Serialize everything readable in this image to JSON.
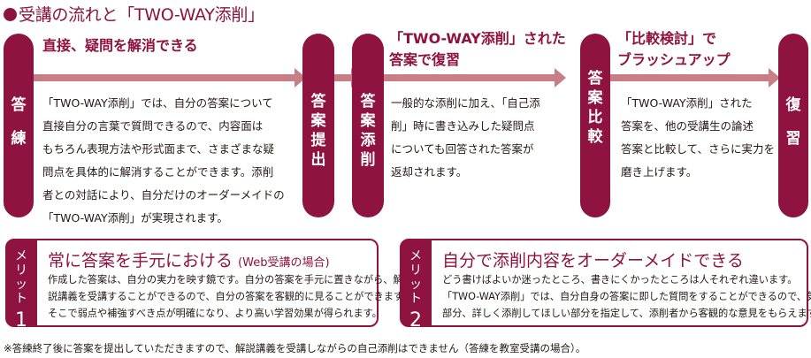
{
  "title": "受講の流れと「TWO-WAY添削」",
  "colors": {
    "accent": "#8e1340",
    "arrow": "#c77e86",
    "text": "#231815"
  },
  "flow": {
    "stages": [
      {
        "id": "toren",
        "label_chars": [
          "答",
          "練"
        ]
      },
      {
        "id": "teishutsu",
        "label_chars": [
          "答",
          "案",
          "提",
          "出"
        ]
      },
      {
        "id": "tensaku",
        "label_chars": [
          "答",
          "案",
          "添",
          "削"
        ]
      },
      {
        "id": "hikaku",
        "label_chars": [
          "答",
          "案",
          "比",
          "較"
        ]
      },
      {
        "id": "fukushu",
        "label_chars": [
          "復",
          "習"
        ]
      }
    ],
    "steps": [
      {
        "heading": [
          "直接、疑問を解消できる"
        ],
        "body": [
          "「TWO-WAY添削」では、自分の答案について",
          "直接自分の言葉で質問できるので、内容面は",
          "もちろん表現方法や形式面まで、さまざまな疑",
          "問点を具体的に解消することができます。添削",
          "者との対話により、自分だけのオーダーメイドの",
          "「TWO-WAY添削」が実現されます。"
        ]
      },
      {
        "heading": [
          "「TWO-WAY添削」された",
          "答案で復習"
        ],
        "body": [
          "一般的な添削に加え、「自己添",
          "削」時に書き込みした疑問点",
          "についても回答された答案が",
          "返却されます。"
        ]
      },
      {
        "heading": [
          "「比較検討」で",
          "ブラッシュアップ"
        ],
        "body": [
          "「TWO-WAY添削」された",
          "答案を、他の受講生の論述",
          "答案と比較して、さらに実力を",
          "磨き上げます。"
        ]
      }
    ]
  },
  "merits": [
    {
      "tab_label_chars": [
        "メ",
        "リ",
        "ッ",
        "ト"
      ],
      "number": "1",
      "title": "常に答案を手元における",
      "title_sub": "(Web受講の場合)",
      "body": [
        "作成した答案は、自分の実力を映す鏡です。自分の答案を手元に置きながら、解",
        "説講義を受講することができるので、自分の答案を客観的に見ることができます。",
        "そこで弱点や補強すべき点が明確になり、より高い学習効果が得られます。"
      ]
    },
    {
      "tab_label_chars": [
        "メ",
        "リ",
        "ッ",
        "ト"
      ],
      "number": "2",
      "title": "自分で添削内容をオーダーメイドできる",
      "title_sub": "",
      "body": [
        "どう書けばよいか迷ったところ、書きにくかったところは人それぞれ違います。",
        "「TWO-WAY添削」では、自分自身の答案に即した質問をすることができるので、気になる",
        "部分、詳しく添削してほしい部分を指定して、添削者から客観的な意見をもらえます。"
      ]
    }
  ],
  "footnote": "※答練終了後に答案を提出していただきますので、解説講義を受講しながらの自己添削はできません（答練を教室受講の場合）。"
}
